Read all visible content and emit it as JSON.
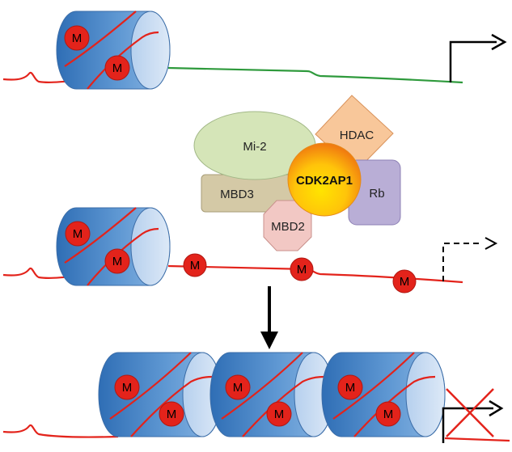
{
  "methyl_mark": "M",
  "proteins": {
    "mi2": "Mi-2",
    "hdac": "HDAC",
    "mbd3": "MBD3",
    "rb": "Rb",
    "mbd2": "MBD2",
    "cdk2ap1": "CDK2AP1"
  },
  "states": {
    "active": "transcription-on",
    "reduced": "transcription-reduced",
    "silenced": "transcription-blocked"
  },
  "colors": {
    "nucleosome": "#4a86c8",
    "nucleosome_face": "#c9dcf0",
    "dna_methylated": "#e3231b",
    "dna_unmethylated": "#2e9a3c",
    "methyl_mark": "#e3231b",
    "mi2": "#d5e5b8",
    "hdac": "#f8c79a",
    "mbd3": "#d4c9a6",
    "rb": "#b9aed6",
    "mbd2": "#f2c8c4",
    "cdk2ap1_center": "#ffe100",
    "cdk2ap1_edge": "#f07f10",
    "arrow": "#000000",
    "block_cross": "#e3231b"
  }
}
